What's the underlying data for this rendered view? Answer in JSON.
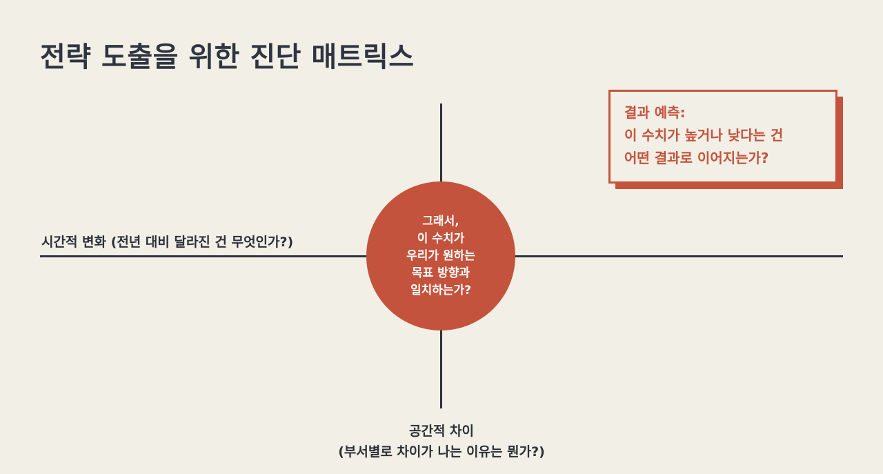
{
  "title": "전략 도출을 위한 진단 매트릭스",
  "center": {
    "lines": [
      "그래서,",
      "이 수치가",
      "우리가 원하는",
      "목표 방향과",
      "일치하는가?"
    ]
  },
  "axis_left_label": "시간적 변화 (전년 대비 달라진 건 무엇인가?)",
  "axis_bottom_label": {
    "line1": "공간적 차이",
    "line2": "(부서별로 차이가 나는 이유는 뭔가?)"
  },
  "callout": {
    "lines": [
      "결과 예측:",
      "이 수치가 높거나 낮다는 건",
      "어떤 결과로 이어지는가?"
    ]
  },
  "colors": {
    "accent": "#c3533c",
    "background": "#f2efe6",
    "axis": "#2c313a",
    "text": "#2b3038"
  }
}
